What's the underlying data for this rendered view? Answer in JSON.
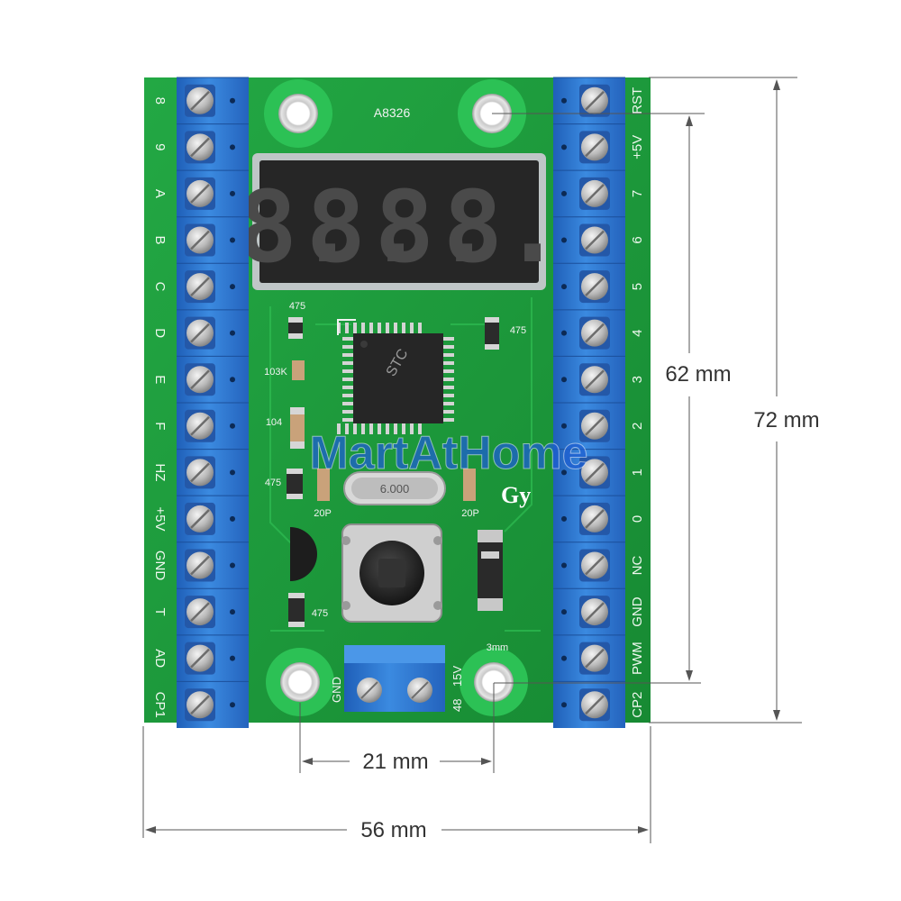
{
  "board": {
    "model_label": "A8326",
    "display_digits": [
      "8.",
      "8.",
      "8.",
      "8."
    ],
    "crystal_label": "6.000",
    "brand_mark": "Gy",
    "chip_marking": "STC",
    "component_labels": {
      "r_top_left": "475",
      "r_top_right": "475",
      "c_103": "103K",
      "c_104": "104",
      "r_mid_left": "475",
      "c_20p_left": "20P",
      "c_20p_right": "20P",
      "r_bottom": "475"
    },
    "hole_note": "3mm",
    "power_terminal": {
      "gnd": "GND",
      "v48": "48",
      "v15": "15V"
    },
    "colors": {
      "pcb": "#1f9e3c",
      "terminal": "#2f78d0",
      "display": "#2a2a2a"
    }
  },
  "left_pins": [
    "8",
    "9",
    "A",
    "B",
    "C",
    "D",
    "E",
    "F",
    "HZ",
    "+5V",
    "GND",
    "T",
    "AD",
    "CP1"
  ],
  "right_pins": [
    "RST",
    "+5V",
    "7",
    "6",
    "5",
    "4",
    "3",
    "2",
    "1",
    "0",
    "NC",
    "GND",
    "PWM",
    "CP2"
  ],
  "dimensions": {
    "height_outer": "72 mm",
    "height_inner": "62 mm",
    "width_outer": "56 mm",
    "hole_spacing": "21 mm"
  },
  "watermark": "MartAtHome"
}
